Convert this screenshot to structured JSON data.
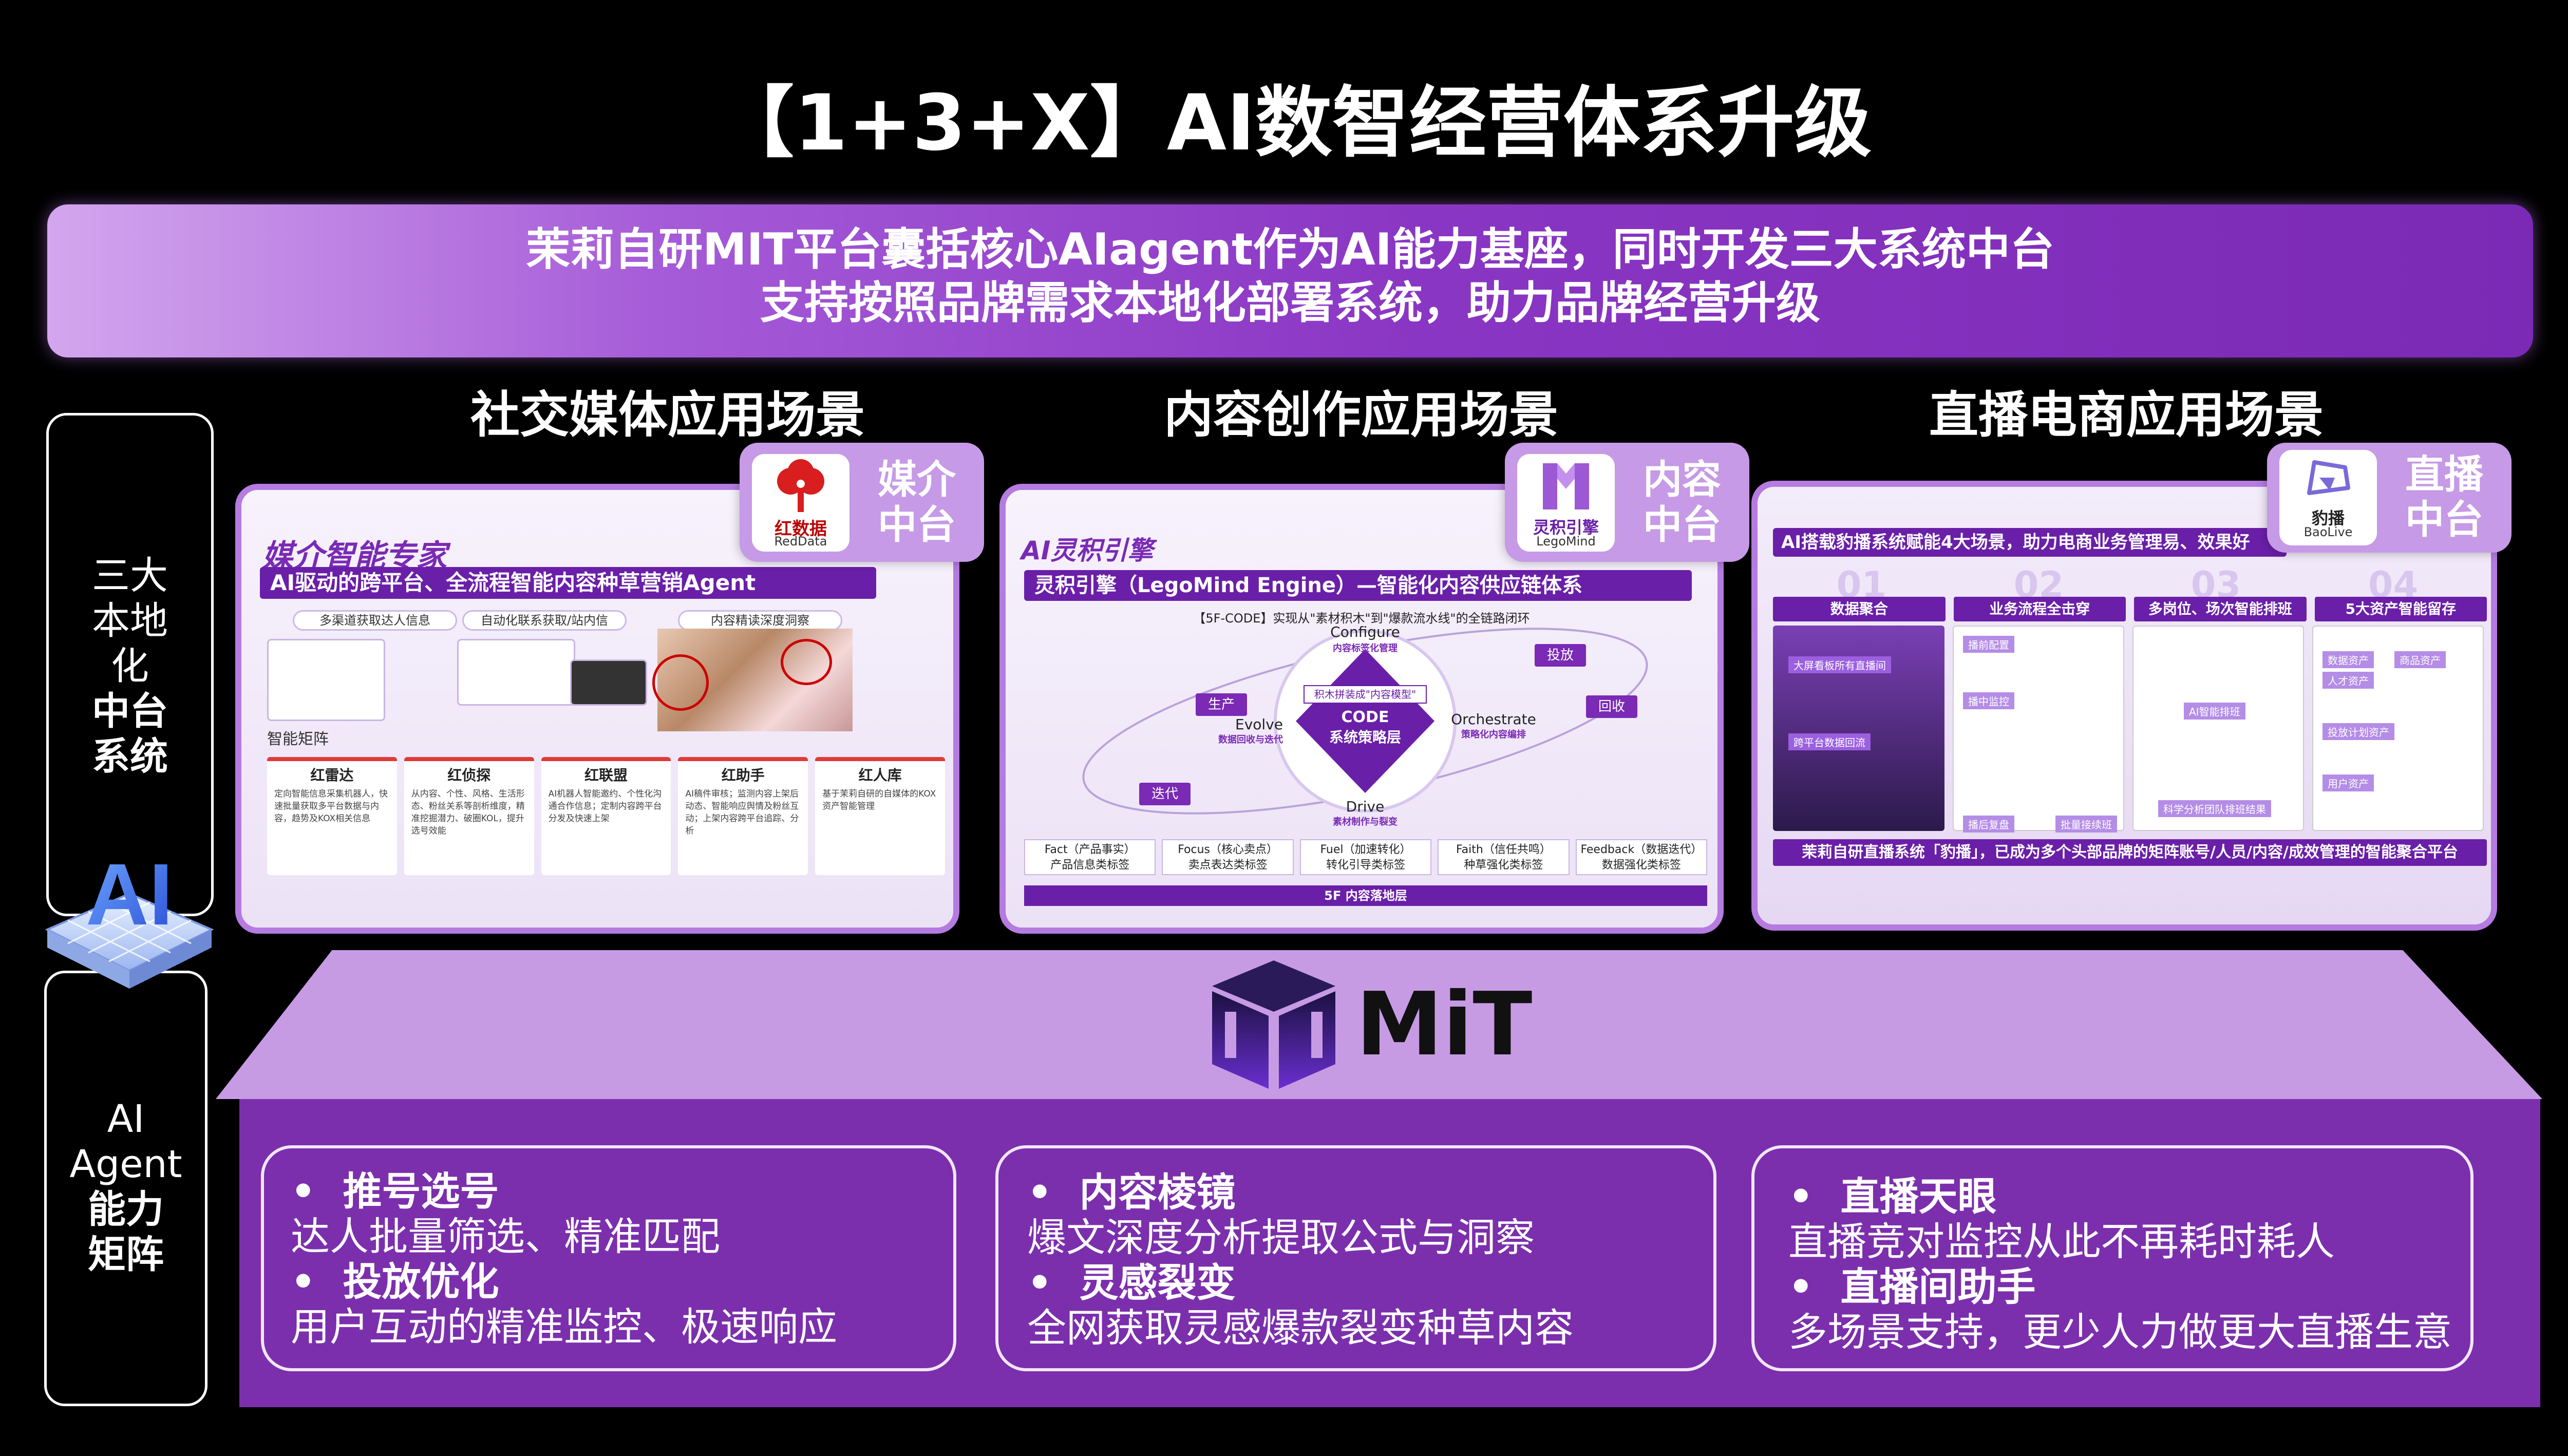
{
  "title": "【1+3+X】AI数智经营体系升级",
  "banner": {
    "line1": "茉莉自研MIT平台囊括核心AIagent作为AI能力基座，同时开发三大系统中台",
    "line2": "支持按照品牌需求本地化部署系统，助力品牌经营升级"
  },
  "left_panel": {
    "top": {
      "line1": "三大",
      "line2": "本地",
      "line3": "化",
      "line4": "中台",
      "line5": "系统"
    },
    "bottom": {
      "line1": "AI",
      "line2": "Agent",
      "line3": "能力",
      "line4": "矩阵"
    }
  },
  "scenes": [
    {
      "title": "社交媒体应用场景",
      "tag": {
        "line1": "媒介",
        "line2": "中台",
        "logo_cn": "红数据",
        "logo_en": "RedData"
      },
      "card": {
        "heading": "媒介智能专家",
        "subheading": "AI驱动的跨平台、全流程智能内容种草营销Agent",
        "chips": [
          "多渠道获取达人信息",
          "自动化联系获取/站内信",
          "内容精读深度洞察"
        ],
        "matrix_label": "智能矩阵",
        "modules": [
          {
            "name": "红雷达",
            "desc": "定向智能信息采集机器人，快速批量获取多平台数据与内容，趋势及KOX相关信息"
          },
          {
            "name": "红侦探",
            "desc": "从内容、个性、风格、生活形态、粉丝关系等剖析维度，精准挖掘潜力、破圈KOL，提升选号效能"
          },
          {
            "name": "红联盟",
            "desc": "AI机器人智能邀约、个性化沟通合作信息；定制内容跨平台分发及快速上架"
          },
          {
            "name": "红助手",
            "desc": "AI稿件审核；监测内容上架后动态、智能响应舆情及粉丝互动；上架内容跨平台追踪、分析"
          },
          {
            "name": "红人库",
            "desc": "基于茉莉自研的自媒体的KOX资产智能管理"
          }
        ]
      }
    },
    {
      "title": "内容创作应用场景",
      "tag": {
        "line1": "内容",
        "line2": "中台",
        "logo_cn": "灵积引擎",
        "logo_en": "LegoMind"
      },
      "card": {
        "brand": "AI灵积引擎",
        "heading": "灵积引擎（LegoMind Engine）—智能化内容供应链体系",
        "sub": "【5F-CODE】实现从\"素材积木\"到\"爆款流水线\"的全链路闭环",
        "center_top": "积木拼装成\"内容模型\"",
        "center_main1": "CODE",
        "center_main2": "系统策略层",
        "configure": "Configure",
        "configure_sub": "内容标签化管理",
        "orchestrate": "Orchestrate",
        "orchestrate_sub": "策略化内容编排",
        "evolve": "Evolve",
        "evolve_sub": "数据回收与迭代",
        "drive": "Drive",
        "drive_sub": "素材制作与裂变",
        "flow": [
          "生产",
          "投放",
          "回收",
          "迭代"
        ],
        "labels": [
          {
            "en": "Fact（产品事实）",
            "cn": "产品信息类标签"
          },
          {
            "en": "Focus（核心卖点）",
            "cn": "卖点表达类标签"
          },
          {
            "en": "Fuel（加速转化）",
            "cn": "转化引导类标签"
          },
          {
            "en": "Faith（信任共鸣）",
            "cn": "种草强化类标签"
          },
          {
            "en": "Feedback（数据迭代）",
            "cn": "数据强化类标签"
          }
        ],
        "footer": "5F 内容落地层"
      }
    },
    {
      "title": "直播电商应用场景",
      "tag": {
        "line1": "直播",
        "line2": "中台",
        "logo_cn": "豹播",
        "logo_en": "BaoLive"
      },
      "card": {
        "heading": "AI搭载豹播系统赋能4大场景，助力电商业务管理易、效果好",
        "numbers": [
          "01",
          "02",
          "03",
          "04"
        ],
        "columns": [
          "数据聚合",
          "业务流程全击穿",
          "多岗位、场次智能排班",
          "5大资产智能留存"
        ],
        "overlays": [
          "大屏看板所有直播间",
          "跨平台数据回流",
          "播前配置",
          "播中监控",
          "播后复盘",
          "AI智能排班",
          "批量接续班",
          "科学分析团队排班结果",
          "数据资产",
          "人才资产",
          "商品资产",
          "投放计划资产",
          "用户资产"
        ],
        "footer": "茉莉自研直播系统「豹播」，已成为多个头部品牌的矩阵账号/人员/内容/成效管理的智能聚合平台"
      }
    }
  ],
  "mit": {
    "logo_text": "MiT"
  },
  "features": [
    {
      "items": [
        {
          "title": "推号选号",
          "desc": "达人批量筛选、精准匹配"
        },
        {
          "title": "投放优化",
          "desc": "用户互动的精准监控、极速响应"
        }
      ]
    },
    {
      "items": [
        {
          "title": "内容棱镜",
          "desc": "爆文深度分析提取公式与洞察"
        },
        {
          "title": "灵感裂变",
          "desc": "全网获取灵感爆款裂变种草内容"
        }
      ]
    },
    {
      "items": [
        {
          "title": "直播天眼",
          "desc": "直播竞对监控从此不再耗时耗人"
        },
        {
          "title": "直播间助手",
          "desc": "多场景支持，更少人力做更大直播生意"
        }
      ]
    }
  ],
  "bullet": "•",
  "colors": {
    "banner_start": "#d3a6ee",
    "banner_end": "#7a2ab5",
    "panel_purple": "#7b2fad",
    "mit_band": "#c79be4",
    "tag": "#c69ae6"
  }
}
